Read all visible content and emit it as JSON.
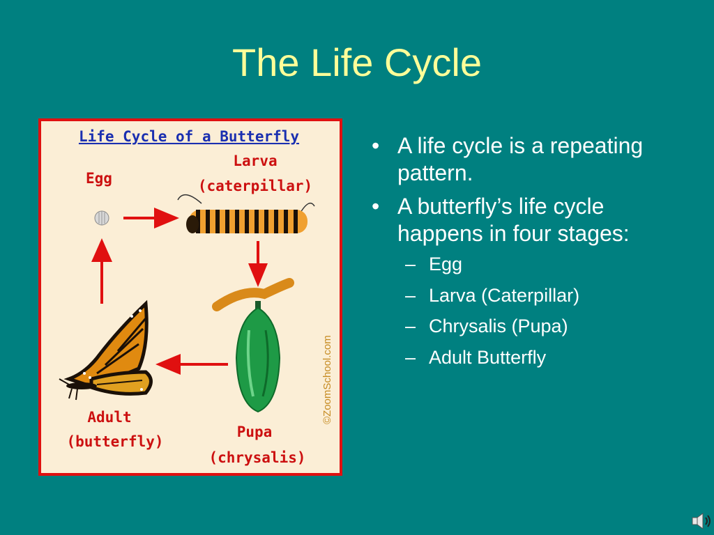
{
  "slide": {
    "title": "The Life Cycle"
  },
  "figure": {
    "heading": "Life Cycle of a Butterfly",
    "stages": {
      "egg": "Egg",
      "larva_1": "Larva",
      "larva_2": "(caterpillar)",
      "adult_1": "Adult",
      "adult_2": "(butterfly)",
      "pupa_1": "Pupa",
      "pupa_2": "(chrysalis)"
    },
    "credit": "©ZoomSchool.com",
    "colors": {
      "frame": "#e01010",
      "panel": "#fbeed6",
      "heading": "#1a2fb0",
      "label": "#cc1010",
      "arrow": "#e01010"
    }
  },
  "bullets": [
    {
      "text": "A life cycle is a repeating pattern."
    },
    {
      "text": "A butterfly’s life cycle happens in four stages:"
    }
  ],
  "stages_list": [
    {
      "text": "Egg"
    },
    {
      "text": "Larva (Caterpillar)"
    },
    {
      "text": "Chrysalis (Pupa)"
    },
    {
      "text": "Adult Butterfly"
    }
  ],
  "theme": {
    "background": "#008080",
    "title_color": "#ffff99",
    "text_color": "#ffffff"
  },
  "icons": {
    "audio": "speaker-icon"
  }
}
